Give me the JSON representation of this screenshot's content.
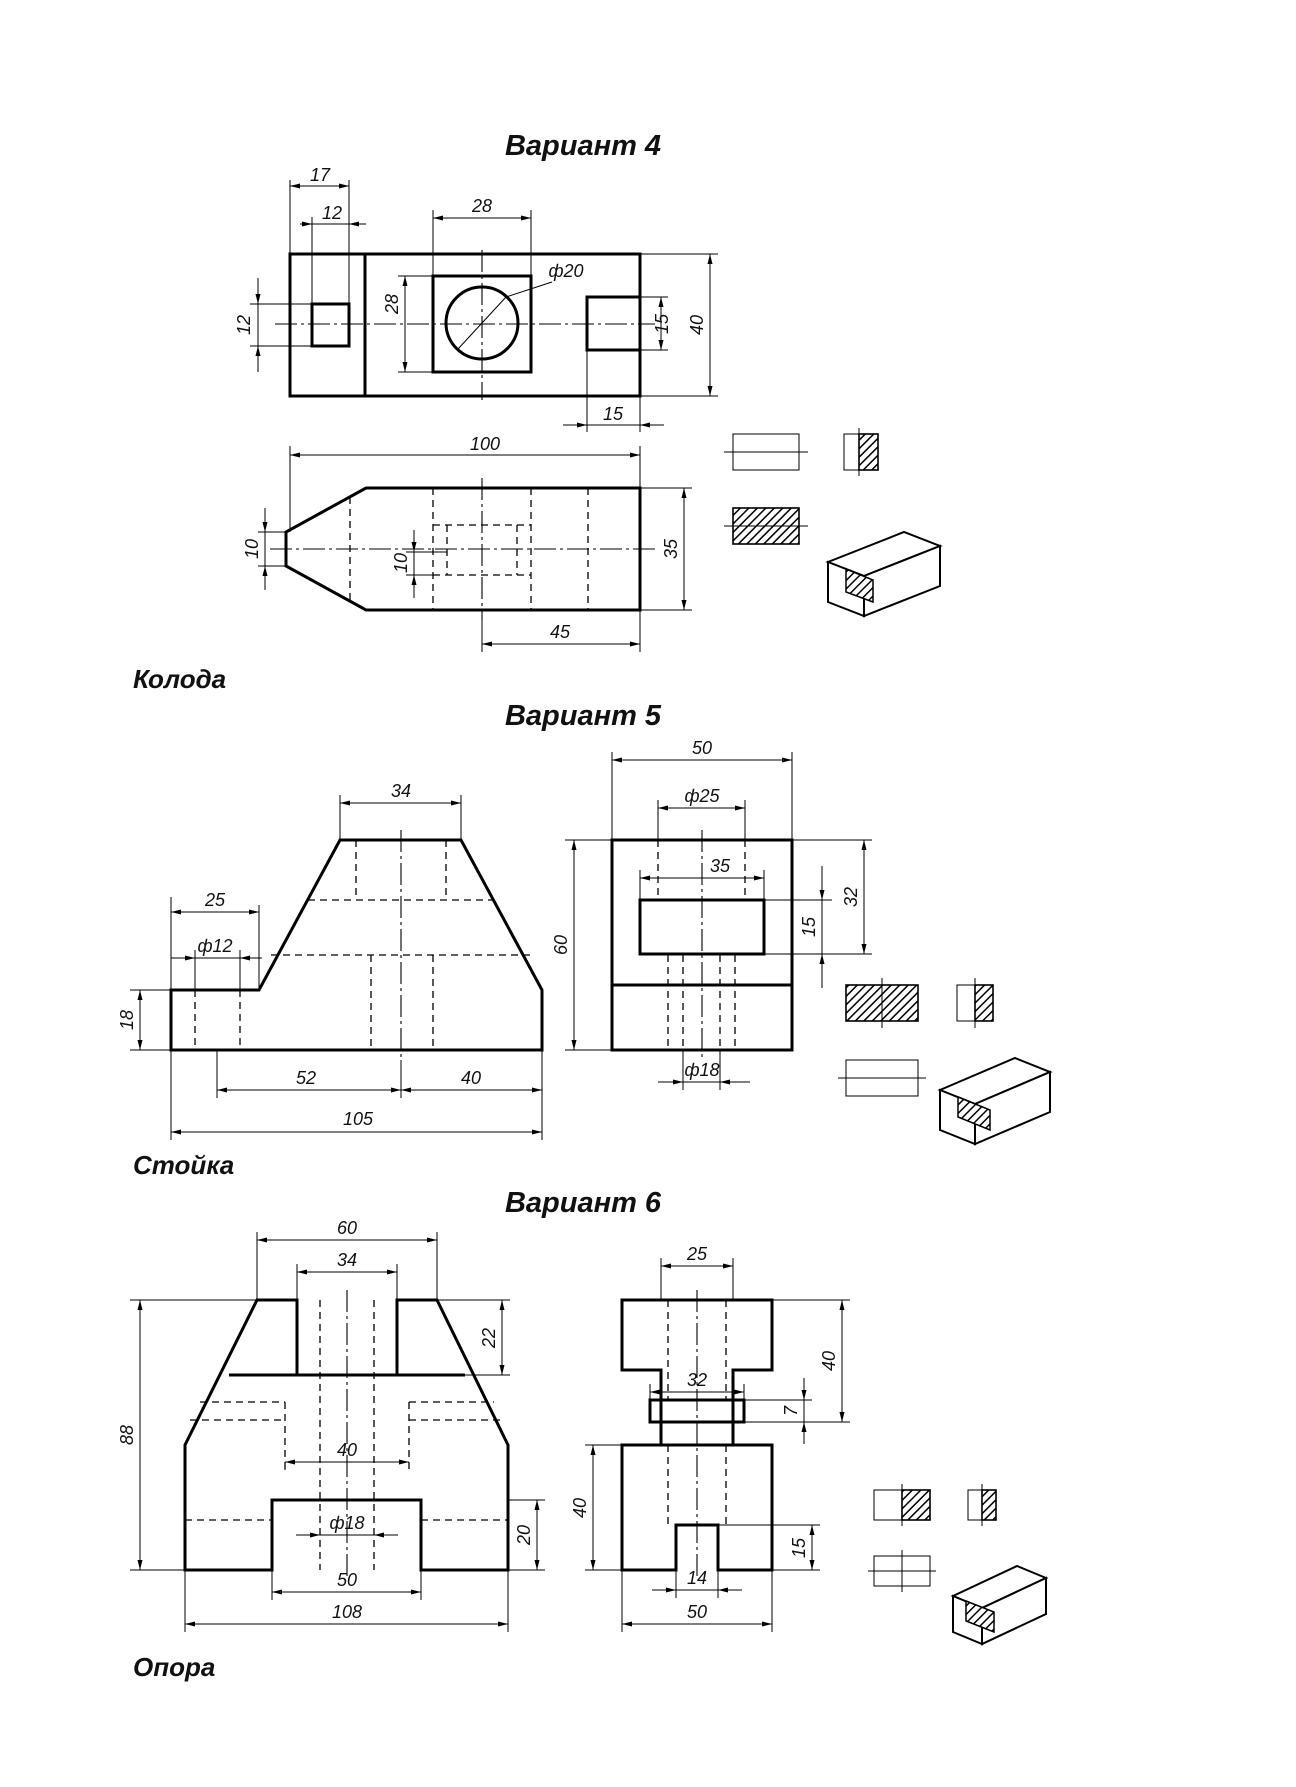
{
  "variants": [
    {
      "title": "Вариант 4",
      "part_name": "Колода",
      "dims": {
        "w17": "17",
        "w12": "12",
        "w28": "28",
        "d20": "ф20",
        "h28": "28",
        "h12": "12",
        "h15": "15",
        "h40": "40",
        "w15": "15",
        "w100": "100",
        "h10a": "10",
        "h10b": "10",
        "h35": "35",
        "w45": "45"
      }
    },
    {
      "title": "Вариант 5",
      "part_name": "Стойка",
      "dims": {
        "w34": "34",
        "w25": "25",
        "d12": "ф12",
        "h18": "18",
        "w52": "52",
        "w40": "40",
        "w105": "105",
        "w50": "50",
        "d25": "ф25",
        "w35": "35",
        "h60": "60",
        "h15": "15",
        "h32": "32",
        "d18": "ф18"
      }
    },
    {
      "title": "Вариант 6",
      "part_name": "Опора",
      "dims": {
        "w60": "60",
        "w34": "34",
        "h22": "22",
        "h88": "88",
        "w40": "40",
        "d18": "ф18",
        "h20": "20",
        "w50": "50",
        "w108": "108",
        "w25": "25",
        "h40a": "40",
        "w32": "32",
        "h7": "7",
        "h40b": "40",
        "h15": "15",
        "w14": "14",
        "w50b": "50"
      }
    }
  ]
}
